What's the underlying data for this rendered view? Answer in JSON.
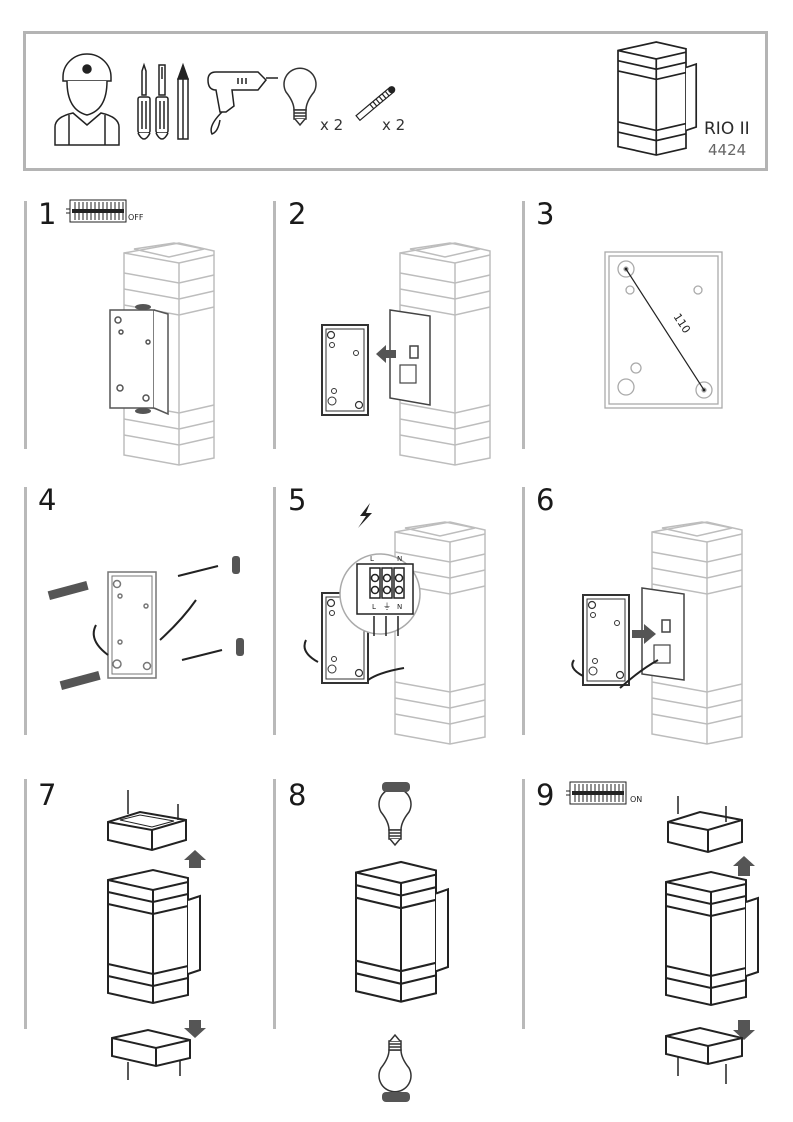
{
  "document": {
    "type": "installation-instructions",
    "product": {
      "name": "RIO II",
      "code": "4424"
    }
  },
  "header": {
    "tools": [
      {
        "icon": "electrician-icon"
      },
      {
        "icon": "screwdriver-phillips-icon"
      },
      {
        "icon": "screwdriver-flat-icon"
      },
      {
        "icon": "pencil-icon"
      },
      {
        "icon": "drill-icon"
      },
      {
        "icon": "bulb-icon",
        "quantity": "x 2"
      },
      {
        "icon": "wall-plug-screw-icon",
        "quantity": "x 2"
      }
    ],
    "product_name": "RIO II",
    "product_code": "4424"
  },
  "steps": [
    {
      "number": "1",
      "switch_label": "OFF",
      "icons": [
        "breaker-off-icon",
        "lamp-icon",
        "mounting-plate-icon",
        "screw-rotate-icon"
      ]
    },
    {
      "number": "2",
      "icons": [
        "mounting-plate-icon",
        "arrow-left-icon",
        "lamp-icon",
        "terminal-block-icon"
      ]
    },
    {
      "number": "3",
      "dimension_label": "110",
      "icons": [
        "drill-template-icon"
      ]
    },
    {
      "number": "4",
      "icons": [
        "wall-plug-icon",
        "screw-icon",
        "mounting-plate-icon",
        "cable-icon"
      ]
    },
    {
      "number": "5",
      "terminal_labels": {
        "live": "L",
        "earth": "⏚",
        "neutral": "N"
      },
      "icons": [
        "lightning-icon",
        "terminal-block-icon",
        "mounting-plate-icon",
        "lamp-icon"
      ]
    },
    {
      "number": "6",
      "icons": [
        "mounting-plate-icon",
        "arrow-right-icon",
        "lamp-icon",
        "screw-rotate-icon"
      ]
    },
    {
      "number": "7",
      "icons": [
        "lamp-icon",
        "cover-icon",
        "screw-icon",
        "arrow-up-icon",
        "arrow-down-icon"
      ]
    },
    {
      "number": "8",
      "icons": [
        "lamp-icon",
        "bulb-icon",
        "rotate-arrow-icon"
      ]
    },
    {
      "number": "9",
      "switch_label": "ON",
      "icons": [
        "breaker-on-icon",
        "lamp-icon",
        "cover-icon",
        "screw-icon",
        "arrow-up-icon",
        "arrow-down-icon"
      ]
    }
  ],
  "colors": {
    "line": "#222222",
    "frame": "#b4b4b4",
    "faint": "#bdbdbd",
    "arrow": "#555555"
  }
}
